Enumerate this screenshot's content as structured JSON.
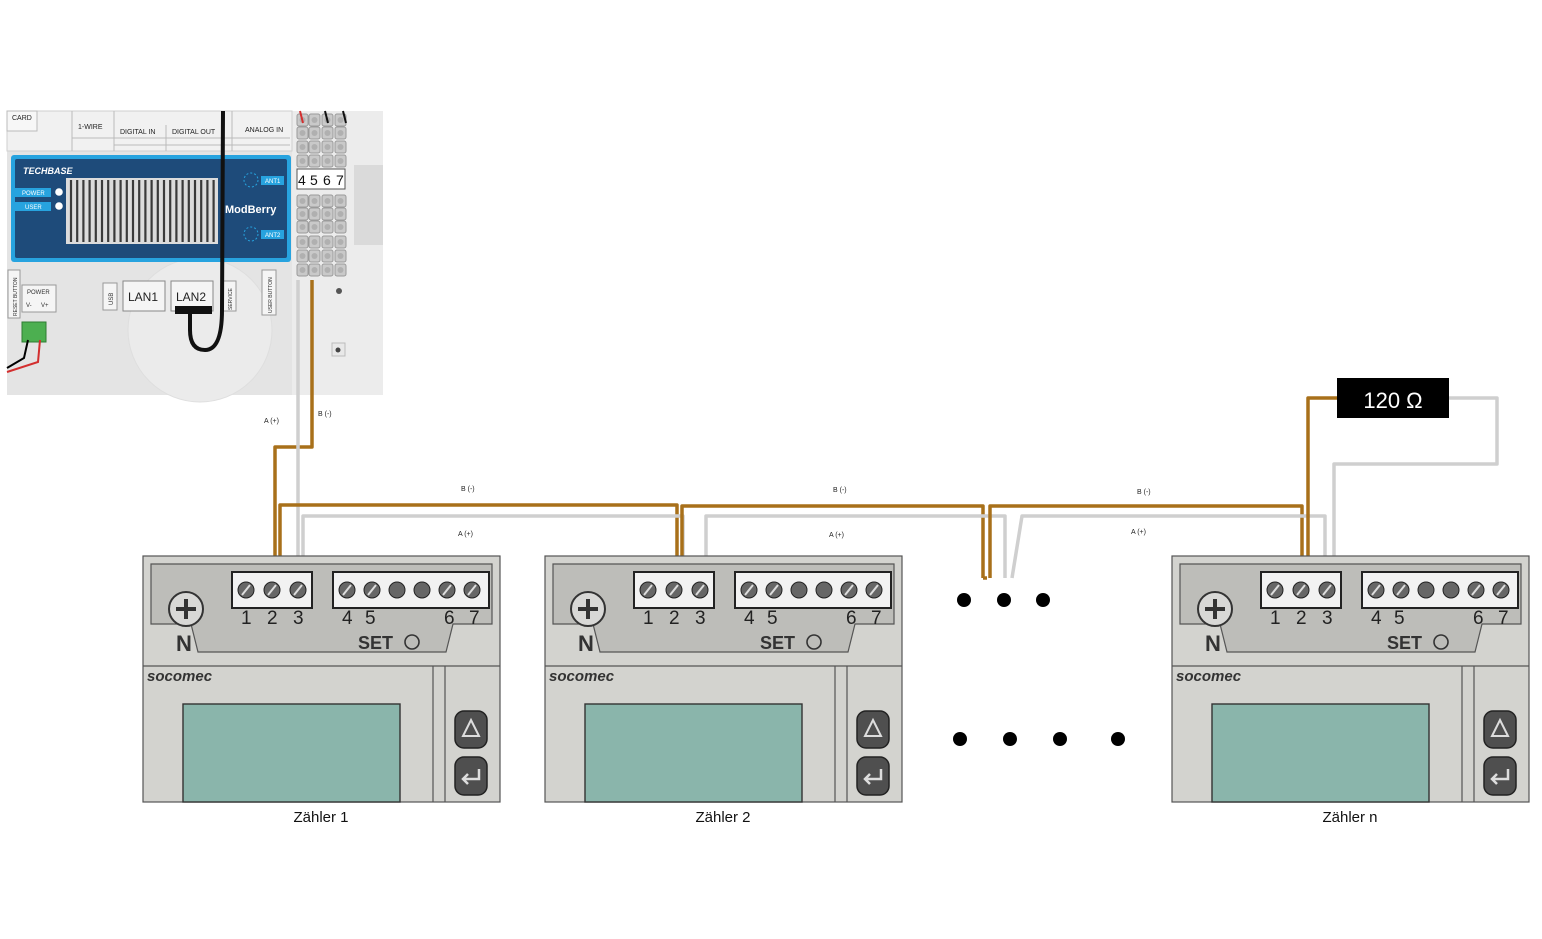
{
  "controller": {
    "brand": "TECHBASE",
    "model": "ModBerry",
    "led_power": "POWER",
    "led_user": "USER",
    "ant1": "ANT1",
    "ant2": "ANT2",
    "lan1": "LAN1",
    "lan2": "LAN2",
    "usb": "USB",
    "service": "SERVICE",
    "reset_button": "RESET BUTTON",
    "user_button": "USER BUTTON",
    "power": "POWER",
    "power_v_minus": "V-",
    "power_v_plus": "V+",
    "card": "CARD",
    "one_wire": "1-WIRE",
    "digital_in": "DIGITAL IN",
    "digital_out": "DIGITAL OUT",
    "analog_in": "ANALOG IN",
    "terminal_digits": [
      "4",
      "5",
      "6",
      "7"
    ]
  },
  "wire_labels": {
    "ctrl_a": "A (+)",
    "ctrl_b": "B (-)",
    "seg1_b": "B (-)",
    "seg1_a": "A (+)",
    "seg2_b": "B (-)",
    "seg2_a": "A (+)",
    "seg3_b": "B (-)",
    "seg3_a": "A (+)"
  },
  "resistor": {
    "label": "120 Ω"
  },
  "meters": [
    {
      "caption": "Zähler 1",
      "brand": "socomec",
      "terminals_left": [
        "1",
        "2",
        "3"
      ],
      "terminals_right": [
        "4",
        "5",
        "6",
        "7"
      ],
      "neutral": "N",
      "set": "SET"
    },
    {
      "caption": "Zähler 2",
      "brand": "socomec",
      "terminals_left": [
        "1",
        "2",
        "3"
      ],
      "terminals_right": [
        "4",
        "5",
        "6",
        "7"
      ],
      "neutral": "N",
      "set": "SET"
    },
    {
      "caption": "Zähler n",
      "brand": "socomec",
      "terminals_left": [
        "1",
        "2",
        "3"
      ],
      "terminals_right": [
        "4",
        "5",
        "6",
        "7"
      ],
      "neutral": "N",
      "set": "SET"
    }
  ],
  "colors": {
    "wire_a": "#a8701a",
    "wire_b": "#c8c8c8",
    "meter_body": "#d3d3cf",
    "meter_display": "#8ab5ab",
    "controller_panel": "#1e4b7a",
    "controller_border": "#27a3df",
    "resistor_fill": "#000000"
  }
}
